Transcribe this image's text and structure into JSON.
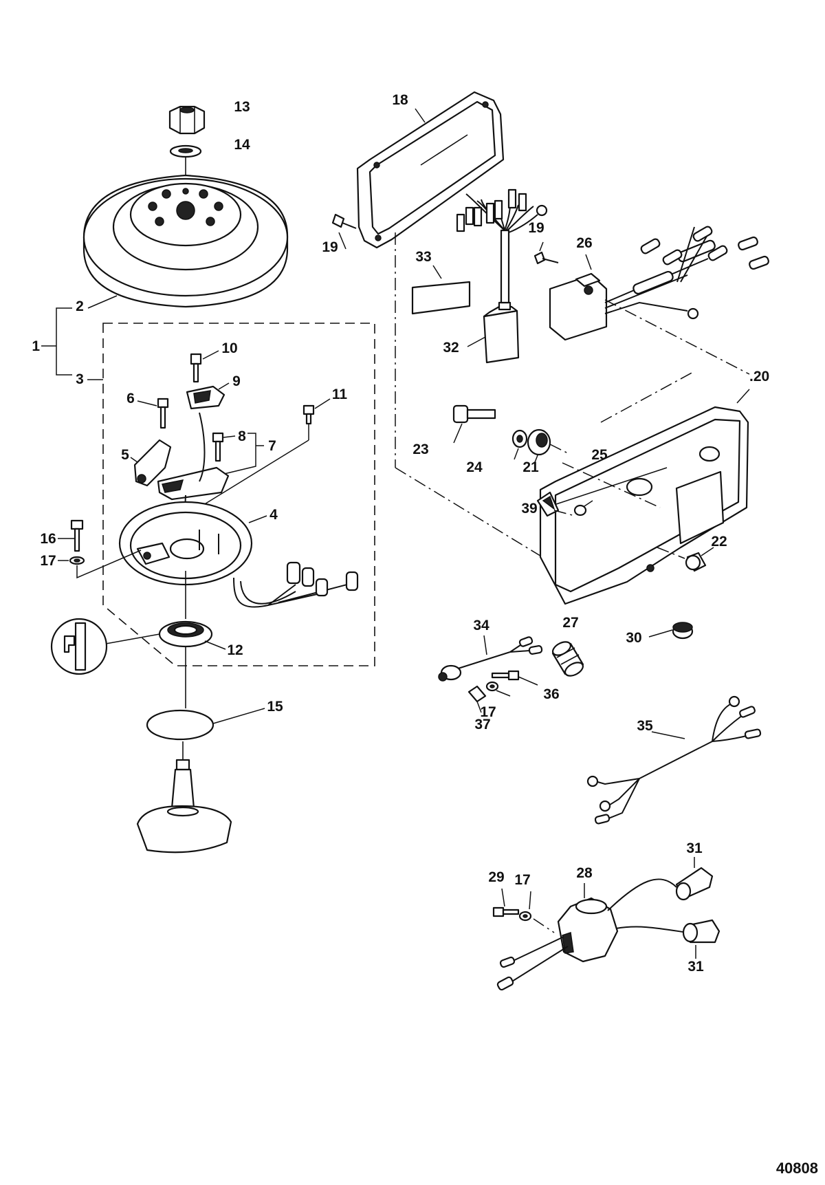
{
  "drawing_number": "40808",
  "callouts": {
    "c1": "1",
    "c2": "2",
    "c3": "3",
    "c4": "4",
    "c5": "5",
    "c6": "6",
    "c7": "7",
    "c8": "8",
    "c9": "9",
    "c10": "10",
    "c11": "11",
    "c12": "12",
    "c13": "13",
    "c14": "14",
    "c15": "15",
    "c16": "16",
    "c17a": "17",
    "c17b": "17",
    "c17c": "17",
    "c18": "18",
    "c19a": "19",
    "c19b": "19",
    "c20": ".20",
    "c21": "21",
    "c22": "22",
    "c23": "23",
    "c24": "24",
    "c25": "25",
    "c26": "26",
    "c27": "27",
    "c28": "28",
    "c29": "29",
    "c30": "30",
    "c31a": "31",
    "c31b": "31",
    "c32": "32",
    "c33": "33",
    "c34": "34",
    "c35": "35",
    "c36": "36",
    "c37": "37",
    "c39": "39"
  }
}
